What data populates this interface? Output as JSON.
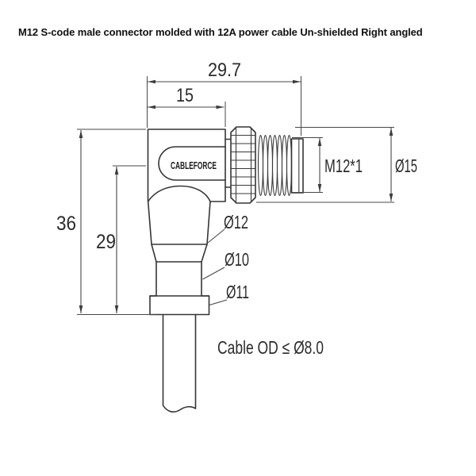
{
  "title": "M12 S-code male connector molded with 12A power cable Un-shielded Right angled",
  "drawing": {
    "brand": "CABLEFORCE",
    "dim_overall_length": "29.7",
    "dim_body_length": "15",
    "dim_overall_height": "36",
    "dim_axis_height": "29",
    "dim_thread_spec": "M12*1",
    "dim_nut_od": "Ø15",
    "dim_mold_od": "Ø12",
    "dim_neck_od": "Ø10",
    "dim_flange_od": "Ø11",
    "cable_note": "Cable OD ≤ Ø8.0"
  },
  "colors": {
    "line": "#353535",
    "dimension_line": "#474747",
    "text": "#2b2b2b",
    "background": "#ffffff"
  }
}
